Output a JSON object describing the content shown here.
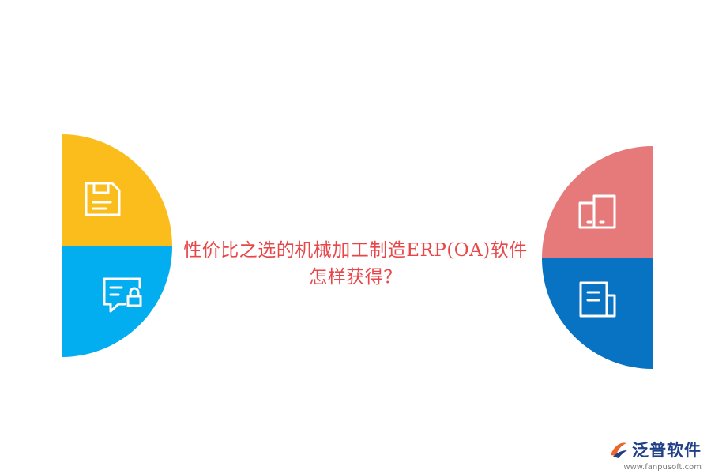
{
  "title": {
    "line1": "性价比之选的机械加工制造ERP(OA)软件",
    "line2": "怎样获得？"
  },
  "quadrants": [
    {
      "name": "top-left",
      "color": "#fbbd1b",
      "icon": "save-document-icon"
    },
    {
      "name": "bottom-left",
      "color": "#03aef0",
      "icon": "message-lock-icon"
    },
    {
      "name": "top-right",
      "color": "#e6797a",
      "icon": "cabinet-icon"
    },
    {
      "name": "bottom-right",
      "color": "#0872c3",
      "icon": "document-icon"
    }
  ],
  "logo": {
    "brand": "泛普软件",
    "url": "www.fanpusoft.com"
  }
}
